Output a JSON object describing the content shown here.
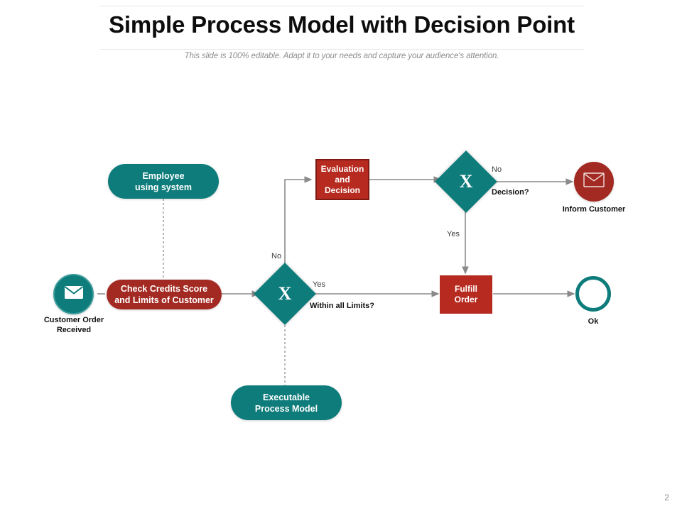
{
  "header": {
    "title": "Simple Process Model with Decision Point",
    "subtitle": "This slide is 100% editable. Adapt it to your needs and capture your audience's attention."
  },
  "footer": {
    "page_number": "2"
  },
  "colors": {
    "teal": "#0e7c7b",
    "red_dark": "#a32a22",
    "red_box": "#b62a20",
    "red_box_border": "#7d1a14",
    "connector": "#8a8a8a",
    "title": "#0d0d0d",
    "subtitle": "#8d8d8d"
  },
  "diagram": {
    "type": "flowchart",
    "nodes": [
      {
        "id": "customer-order-received",
        "shape": "circle-solid-teal",
        "icon": "envelope-icon",
        "caption": "Customer Order\nReceived",
        "caption_line1": "Customer Order",
        "caption_line2": "Received"
      },
      {
        "id": "employee-using-system",
        "shape": "pill-teal",
        "label_line1": "Employee",
        "label_line2": "using system"
      },
      {
        "id": "check-credits-score",
        "shape": "pill-red",
        "label_line1": "Check Credits  Score",
        "label_line2": "and  Limits of Customer"
      },
      {
        "id": "within-all-limits-decision",
        "shape": "diamond-teal",
        "glyph": "X",
        "label": "Within all Limits?"
      },
      {
        "id": "executable-process-model",
        "shape": "pill-teal",
        "label_line1": "Executable",
        "label_line2": "Process Model"
      },
      {
        "id": "evaluation-and-decision",
        "shape": "box-red",
        "label_line1": "Evaluation",
        "label_line2": "and",
        "label_line3": "Decision"
      },
      {
        "id": "decision-point",
        "shape": "diamond-teal",
        "glyph": "X",
        "label": "Decision?"
      },
      {
        "id": "inform-customer",
        "shape": "circle-solid-red",
        "icon": "envelope-outline-icon",
        "caption": "Inform Customer"
      },
      {
        "id": "fulfill-order",
        "shape": "box-red",
        "label_line1": "Fulfill",
        "label_line2": "Order"
      },
      {
        "id": "ok-end",
        "shape": "circle-ring-teal",
        "caption": "Ok"
      }
    ],
    "edge_labels": {
      "limits_no": "No",
      "limits_yes": "Yes",
      "limits_question": "Within all Limits?",
      "decision_no": "No",
      "decision_question": "Decision?",
      "decision_yes": "Yes"
    }
  }
}
